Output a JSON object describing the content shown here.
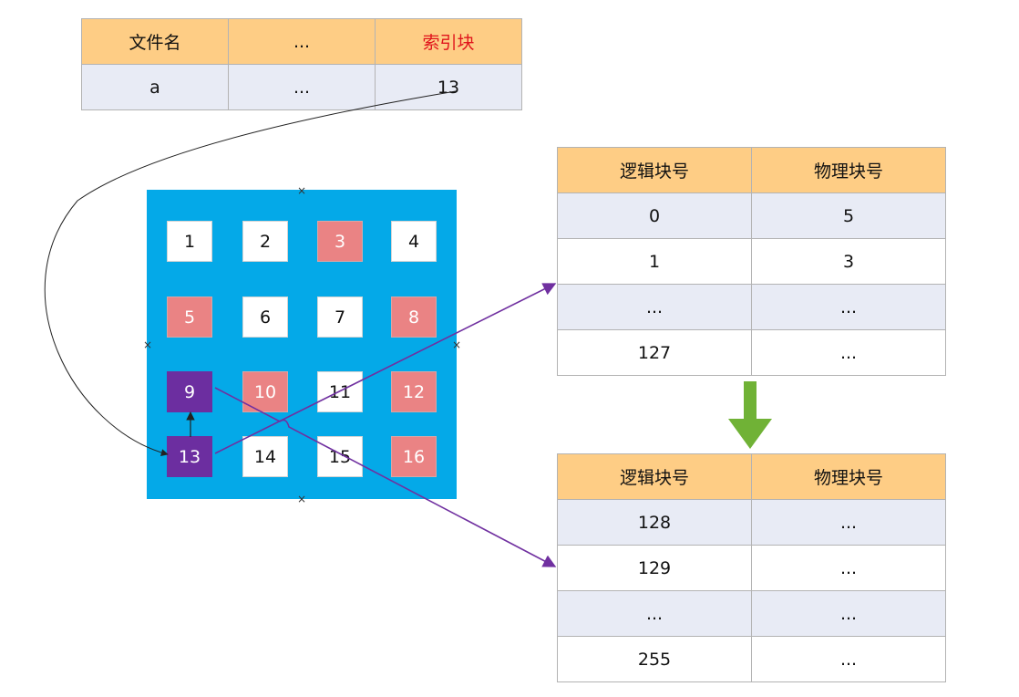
{
  "fcb": {
    "headers": [
      "文件名",
      "...",
      "索引块"
    ],
    "row": [
      "a",
      "...",
      "13"
    ]
  },
  "index_table_1": {
    "headers": [
      "逻辑块号",
      "物理块号"
    ],
    "rows": [
      [
        "0",
        "5"
      ],
      [
        "1",
        "3"
      ],
      [
        "...",
        "..."
      ],
      [
        "127",
        "..."
      ]
    ]
  },
  "index_table_2": {
    "headers": [
      "逻辑块号",
      "物理块号"
    ],
    "rows": [
      [
        "128",
        "..."
      ],
      [
        "129",
        "..."
      ],
      [
        "...",
        "..."
      ],
      [
        "255",
        "..."
      ]
    ]
  },
  "disk": {
    "blocks": [
      {
        "label": "1",
        "state": "free"
      },
      {
        "label": "2",
        "state": "free"
      },
      {
        "label": "3",
        "state": "used"
      },
      {
        "label": "4",
        "state": "free"
      },
      {
        "label": "5",
        "state": "used"
      },
      {
        "label": "6",
        "state": "free"
      },
      {
        "label": "7",
        "state": "free"
      },
      {
        "label": "8",
        "state": "used"
      },
      {
        "label": "9",
        "state": "index"
      },
      {
        "label": "10",
        "state": "used"
      },
      {
        "label": "11",
        "state": "free"
      },
      {
        "label": "12",
        "state": "used"
      },
      {
        "label": "13",
        "state": "index"
      },
      {
        "label": "14",
        "state": "free"
      },
      {
        "label": "15",
        "state": "free"
      },
      {
        "label": "16",
        "state": "used"
      }
    ],
    "handle_glyph": "×"
  },
  "colors": {
    "header": "#fecd85",
    "row_alt": "#e8ebf5",
    "disk_bg": "#04a9e8",
    "used_block": "#ea8384",
    "index_block": "#6c2ea0",
    "link_arrow": "#7030a0",
    "down_arrow": "#70b236",
    "highlight_text": "#e0151c"
  }
}
